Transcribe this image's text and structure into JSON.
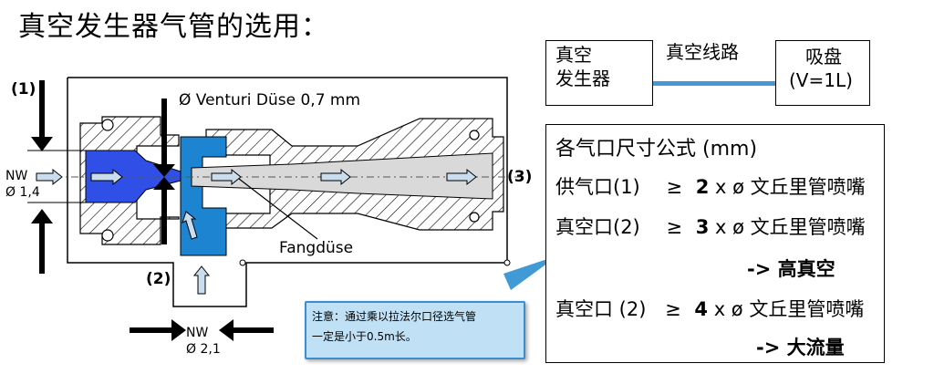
{
  "title": "真空发生器气管的选用：",
  "line_diagram": {
    "generator_line1": "真空",
    "generator_line2": "发生器",
    "line_label": "真空线路",
    "cup_line1": "吸盘",
    "cup_line2": "(V=1L)"
  },
  "drawing": {
    "label_1": "(1)",
    "label_2": "(2)",
    "label_3": "(3)",
    "venturi_label": "Ø Venturi Düse 0,7 mm",
    "fangduese_label": "Fangdüse",
    "nw_left_1": "NW",
    "nw_left_2": "Ø 1,4",
    "nw_bottom_1": "NW",
    "nw_bottom_2": "Ø 2,1"
  },
  "formulas": {
    "heading": "各气口尺寸公式 (mm)",
    "rows": [
      {
        "port": "供气口(1)",
        "rel": "≥",
        "factor": "2",
        "rest": " x ø 文丘里管喷嘴"
      },
      {
        "port": "真空口(2)",
        "rel": "≥",
        "factor": "3",
        "rest": " x ø 文丘里管喷嘴"
      },
      {
        "port": "真空口 (2)",
        "rel": "≥",
        "factor": "4",
        "rest": " x ø 文丘里管喷嘴"
      }
    ],
    "result_1": "-> 高真空",
    "result_2": "-> 大流量"
  },
  "callout": {
    "line1": "注意：通过乘以拉法尔口径选气管",
    "line2": "一定是小于0.5m长。"
  },
  "colors": {
    "link_line": "#3f9ad6",
    "pressure_blue": "#2f4fe6",
    "vacuum_blue": "#1c84d0",
    "callout_fill": "#bfe0f5",
    "callout_border": "#3b8ed0"
  }
}
